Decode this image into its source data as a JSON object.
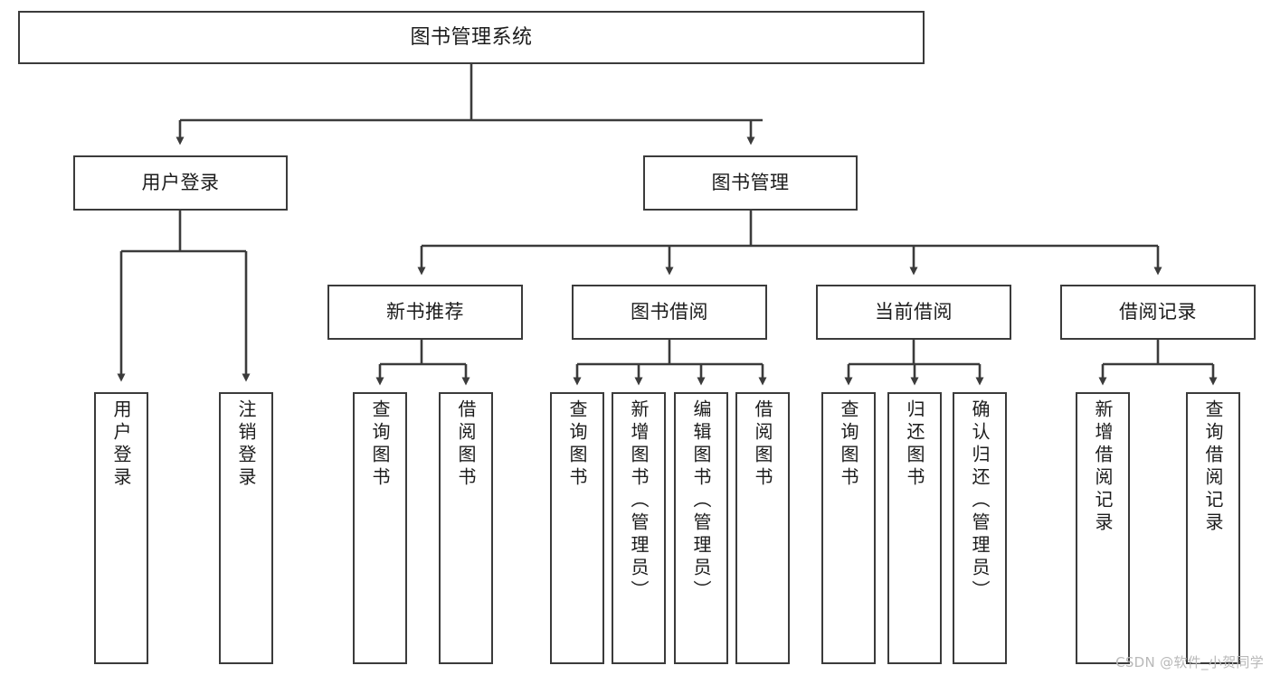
{
  "diagram": {
    "title": "图书管理系统",
    "type": "tree-hierarchy",
    "watermark": "CSDN @软件_小贺同学",
    "colors": {
      "background": "#ffffff",
      "node_border": "#3b3b3b",
      "node_fill": "#ffffff",
      "edge": "#3b3b3b",
      "text": "#1c1c1c",
      "watermark": "#b9b9b9"
    }
  },
  "nodes": {
    "root": {
      "label": "图书管理系统"
    },
    "level2": [
      {
        "label": "用户登录"
      },
      {
        "label": "图书管理"
      }
    ],
    "level3": [
      {
        "label": "新书推荐"
      },
      {
        "label": "图书借阅"
      },
      {
        "label": "当前借阅"
      },
      {
        "label": "借阅记录"
      }
    ],
    "leaves": {
      "user_login": [
        {
          "label": "用户登录"
        },
        {
          "label": "注销登录"
        }
      ],
      "new_book_recommend": [
        {
          "label": "查询图书"
        },
        {
          "label": "借阅图书"
        }
      ],
      "book_borrow": [
        {
          "label": "查询图书"
        },
        {
          "label": "新增图书（管理员）"
        },
        {
          "label": "编辑图书（管理员）"
        },
        {
          "label": "借阅图书"
        }
      ],
      "current_borrow": [
        {
          "label": "查询图书"
        },
        {
          "label": "归还图书"
        },
        {
          "label": "确认归还（管理员）"
        }
      ],
      "borrow_record": [
        {
          "label": "新增借阅记录"
        },
        {
          "label": "查询借阅记录"
        }
      ]
    }
  }
}
